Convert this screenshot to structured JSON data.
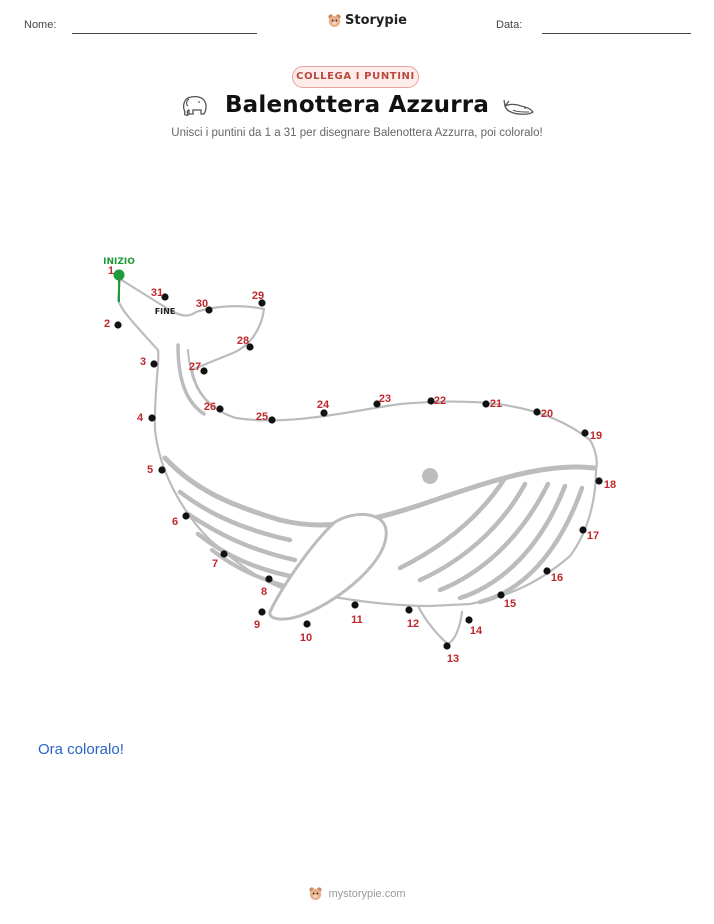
{
  "header": {
    "name_label": "Nome:",
    "date_label": "Data:",
    "brand": "Storypie"
  },
  "badge": "COLLEGA I PUNTINI",
  "title": "Balenottera Azzurra",
  "subtitle": "Unisci i puntini da 1 a 31 per disegnare Balenottera Azzurra, poi coloralo!",
  "puzzle": {
    "start_label": "INIZIO",
    "end_label": "FINE",
    "accent_color": "#1e9a3c",
    "number_color": "#c0282d",
    "dots": [
      {
        "n": "1"
      },
      {
        "n": "2"
      },
      {
        "n": "3"
      },
      {
        "n": "4"
      },
      {
        "n": "5"
      },
      {
        "n": "6"
      },
      {
        "n": "7"
      },
      {
        "n": "8"
      },
      {
        "n": "9"
      },
      {
        "n": "10"
      },
      {
        "n": "11"
      },
      {
        "n": "12"
      },
      {
        "n": "13"
      },
      {
        "n": "14"
      },
      {
        "n": "15"
      },
      {
        "n": "16"
      },
      {
        "n": "17"
      },
      {
        "n": "18"
      },
      {
        "n": "19"
      },
      {
        "n": "20"
      },
      {
        "n": "21"
      },
      {
        "n": "22"
      },
      {
        "n": "23"
      },
      {
        "n": "24"
      },
      {
        "n": "25"
      },
      {
        "n": "26"
      },
      {
        "n": "27"
      },
      {
        "n": "28"
      },
      {
        "n": "29"
      },
      {
        "n": "30"
      },
      {
        "n": "31"
      }
    ]
  },
  "color_prompt": "Ora coloralo!",
  "footer": "mystorypie.com"
}
